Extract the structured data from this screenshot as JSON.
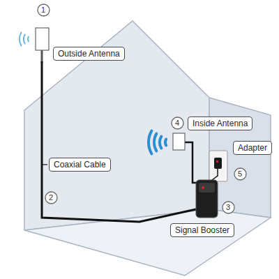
{
  "diagram": {
    "nodes": [
      {
        "text": [
          "1"
        ]
      },
      {
        "text": [
          "Outside Antenna"
        ]
      },
      {
        "text": [
          "Coaxial Cable"
        ]
      },
      {
        "text": [
          "2"
        ]
      },
      {
        "text": [
          "4"
        ]
      },
      {
        "text": [
          "Inside Antenna"
        ]
      },
      {
        "text": [
          "Adapter"
        ]
      },
      {
        "text": [
          "5"
        ]
      },
      {
        "text": [
          "3"
        ]
      },
      {
        "text": [
          "Signal Booster"
        ]
      }
    ]
  }
}
